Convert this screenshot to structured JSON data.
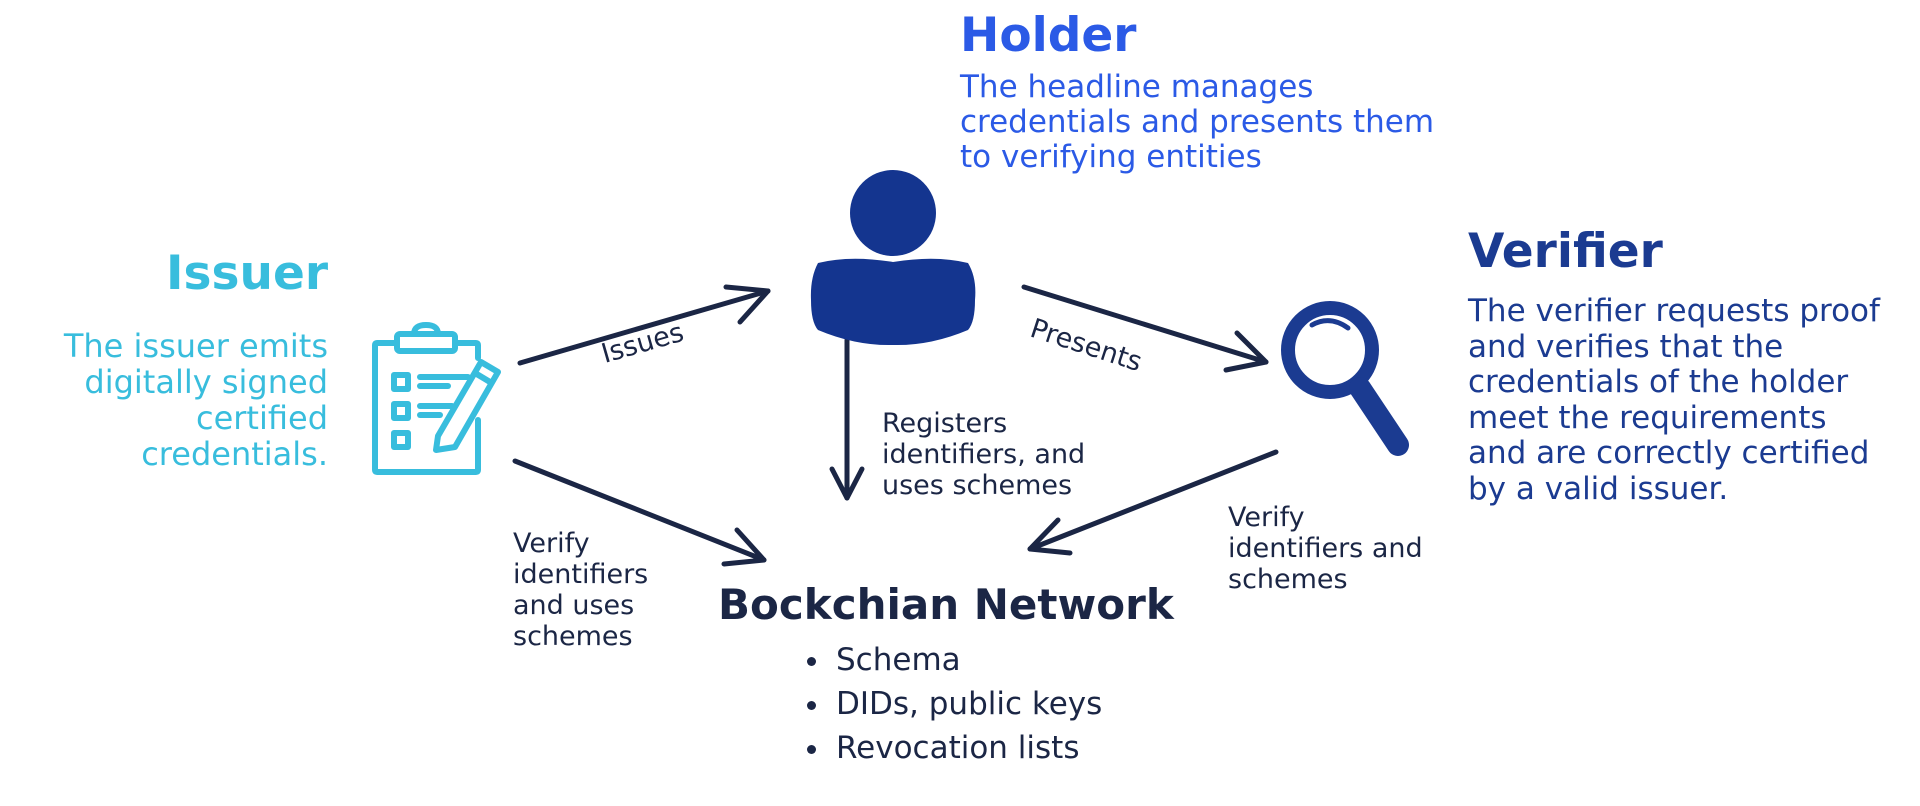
{
  "colors": {
    "issuer": "#38bddd",
    "holder": "#2b5ae6",
    "holder_icon": "#14358f",
    "verifier": "#1b3b91",
    "network": "#1b2645",
    "arrow": "#1b2645"
  },
  "issuer": {
    "title": "Issuer",
    "description": "The issuer emits digitally signed certified credentials.",
    "icon": "clipboard-checklist-icon"
  },
  "holder": {
    "title": "Holder",
    "description": "The headline manages credentials and presents them to verifying entities",
    "icon": "person-icon"
  },
  "verifier": {
    "title": "Verifier",
    "description": "The verifier requests proof and verifies that the credentials of the holder meet the requirements and are correctly certified by a valid issuer.",
    "icon": "magnifying-glass-icon"
  },
  "network": {
    "title": "Bockchian Network",
    "items": [
      "Schema",
      "DIDs, public keys",
      "Revocation lists"
    ]
  },
  "arrows": {
    "issues": "Issues",
    "presents": "Presents",
    "registers": "Registers identifiers, and uses schemes",
    "issuer_verify": "Verify identifiers and uses schemes",
    "verifier_verify": "Verify identifiers and schemes"
  }
}
